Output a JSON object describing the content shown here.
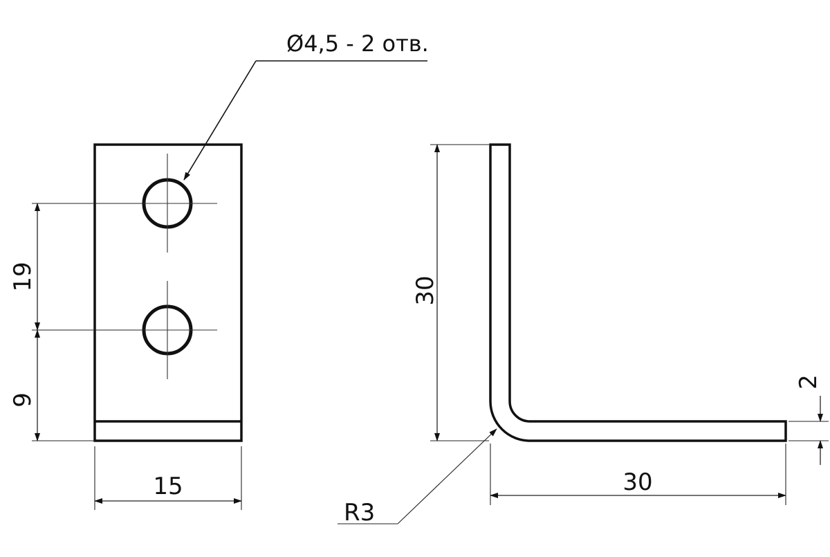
{
  "drawing": {
    "hole_note": "Ø4,5 - 2 отв.",
    "dim_hole_spacing": "19",
    "dim_hole_from_bottom": "9",
    "dim_width": "15",
    "dim_height": "30",
    "dim_length": "30",
    "dim_thickness": "2",
    "radius_note": "R3"
  }
}
